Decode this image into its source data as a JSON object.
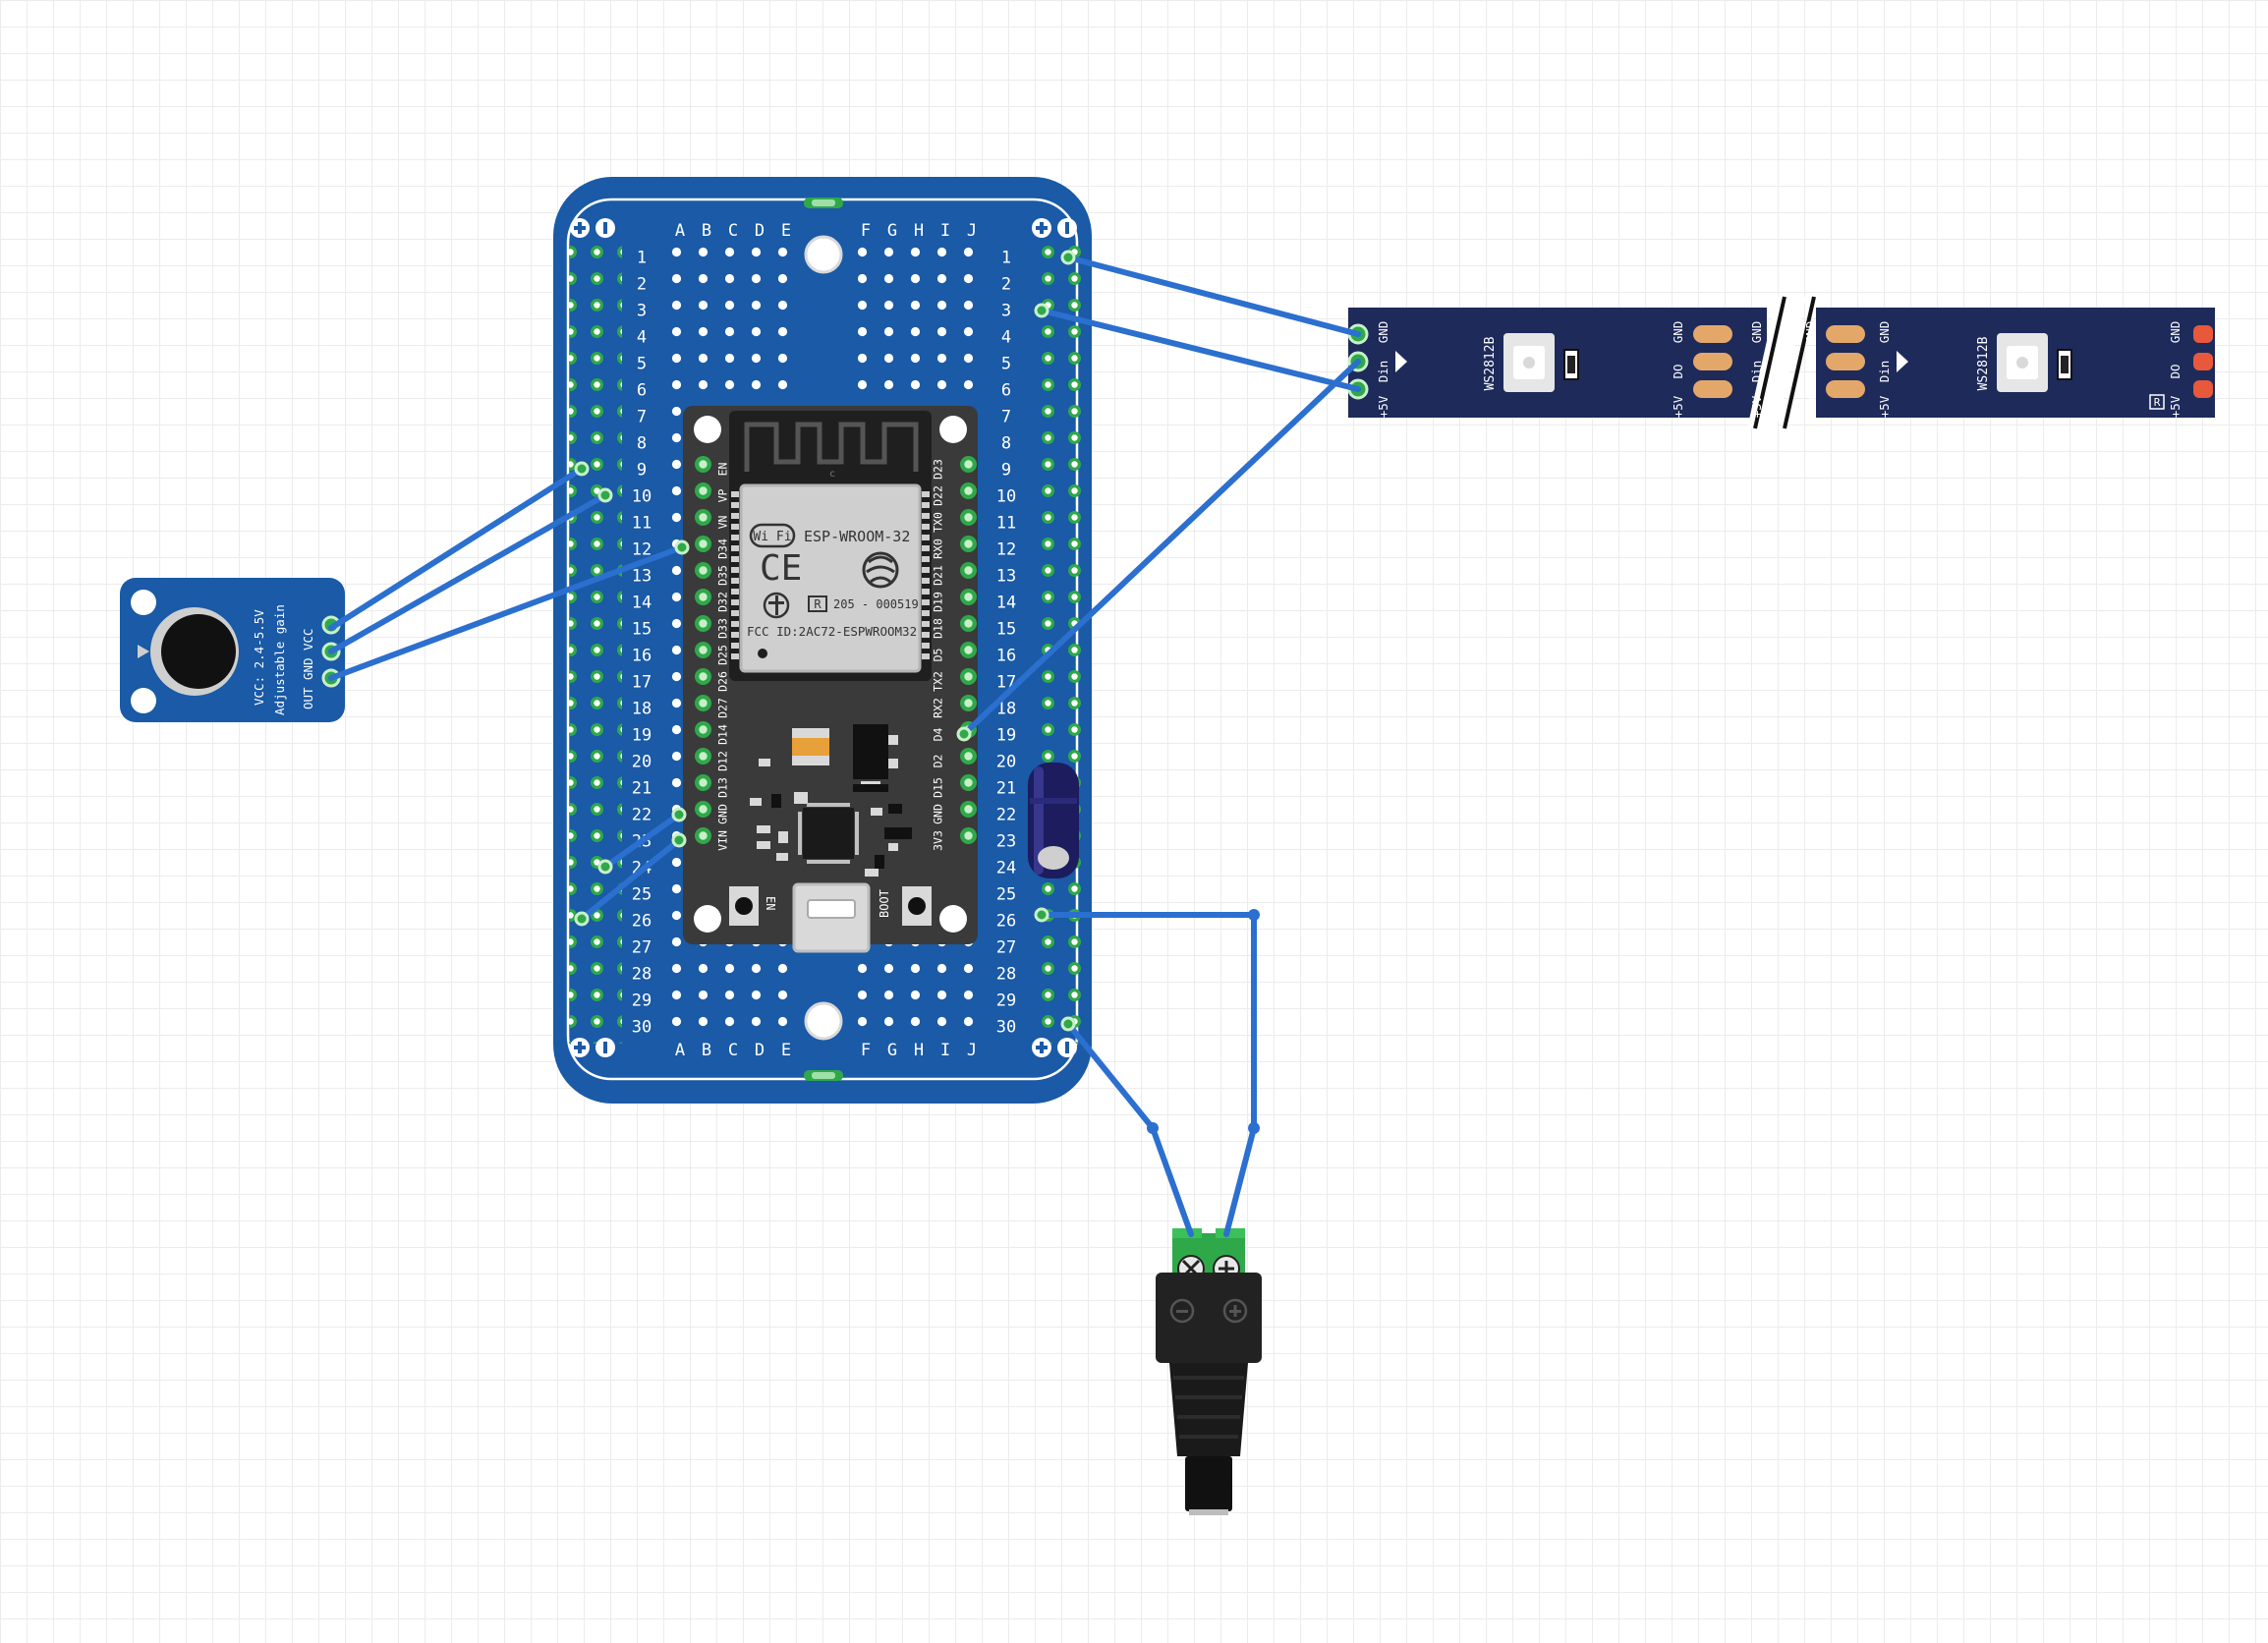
{
  "protoboard": {
    "cols_left": [
      "A",
      "B",
      "C",
      "D",
      "E"
    ],
    "cols_right": [
      "F",
      "G",
      "H",
      "I",
      "J"
    ],
    "rows": [
      "1",
      "2",
      "3",
      "4",
      "5",
      "6",
      "7",
      "8",
      "9",
      "10",
      "11",
      "12",
      "13",
      "14",
      "15",
      "16",
      "17",
      "18",
      "19",
      "20",
      "21",
      "22",
      "23",
      "24",
      "25",
      "26",
      "27",
      "28",
      "29",
      "30"
    ]
  },
  "esp32": {
    "module_label": "ESP-WROOM-32",
    "wifi_label": "Wi Fi",
    "fcc_label": "FCC ID:2AC72-ESPWROOM32",
    "cert_label": "205 - 000519",
    "r_mark": "R",
    "c_mark": "c",
    "pins_left": [
      "EN",
      "VP",
      "VN",
      "D34",
      "D35",
      "D32",
      "D33",
      "D25",
      "D26",
      "D27",
      "D14",
      "D12",
      "D13",
      "GND",
      "VIN"
    ],
    "pins_right": [
      "D23",
      "D22",
      "TX0",
      "RX0",
      "D21",
      "D19",
      "D18",
      "D5",
      "TX2",
      "RX2",
      "D4",
      "D2",
      "D15",
      "GND",
      "3V3"
    ],
    "btn_en": "EN",
    "btn_boot": "BOOT"
  },
  "mic": {
    "line1": "VCC: 2.4-5.5V",
    "line2": "Adjustable gain",
    "pins": [
      "OUT",
      "GND",
      "VCC"
    ]
  },
  "strip": {
    "chip_label": "WS2812B",
    "pins_in": [
      "+5V",
      "Din",
      "GND"
    ],
    "pins_out": [
      "+5V",
      "DO",
      "GND"
    ],
    "r_mark": "R"
  },
  "colors": {
    "board": "#1a5aa6",
    "wire": "#2b6fcf",
    "strip": "#1e2a5a",
    "pad_green": "#3aa84a",
    "pad_copper": "#e3a869",
    "pad_red": "#e8583a"
  }
}
